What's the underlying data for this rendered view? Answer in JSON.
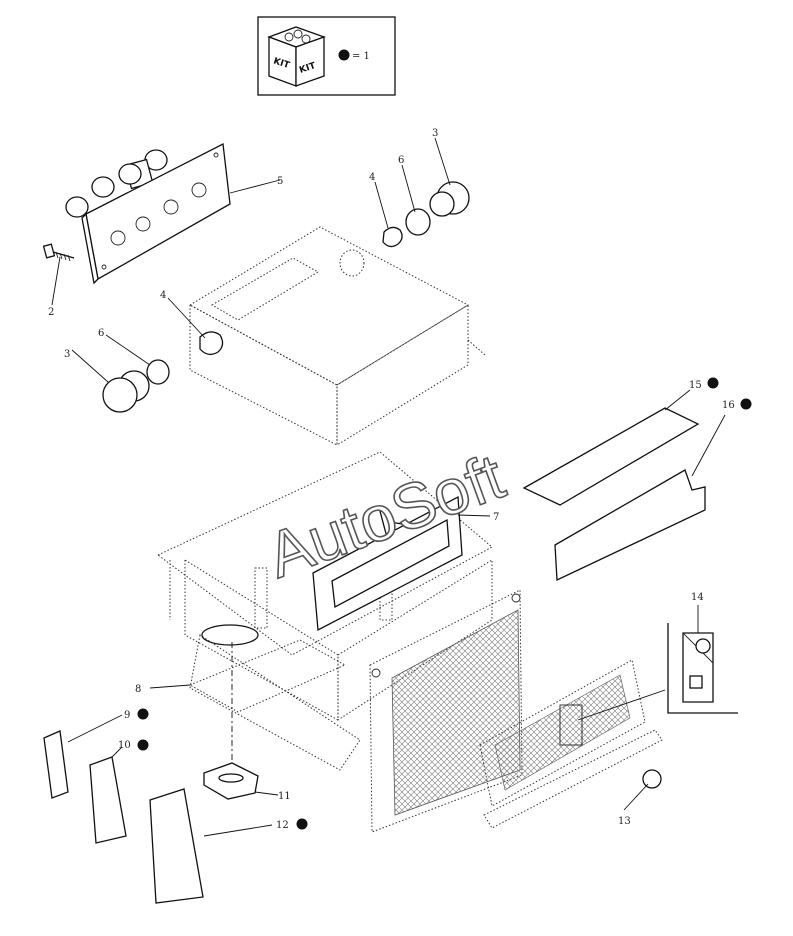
{
  "legend": {
    "icon": "kit-box-icon",
    "box_left_label": "KIT",
    "box_right_label": "KIT",
    "marker": "filled-circle",
    "equals_text": "= 1"
  },
  "watermark": "AutoSoft",
  "callouts": {
    "c1": "2",
    "c2": "3",
    "c3": "3",
    "c4": "4",
    "c5": "4",
    "c6": "5",
    "c7": "6",
    "c8": "6",
    "c9": "7",
    "c10": "8",
    "c11": "9",
    "c12": "10",
    "c13": "11",
    "c14": "12",
    "c15": "13",
    "c16": "14",
    "c17": "15",
    "c18": "16"
  },
  "kit_marked_parts": [
    "9",
    "10",
    "12",
    "15",
    "16"
  ],
  "colors": {
    "ink": "#111111",
    "background": "#ffffff"
  }
}
